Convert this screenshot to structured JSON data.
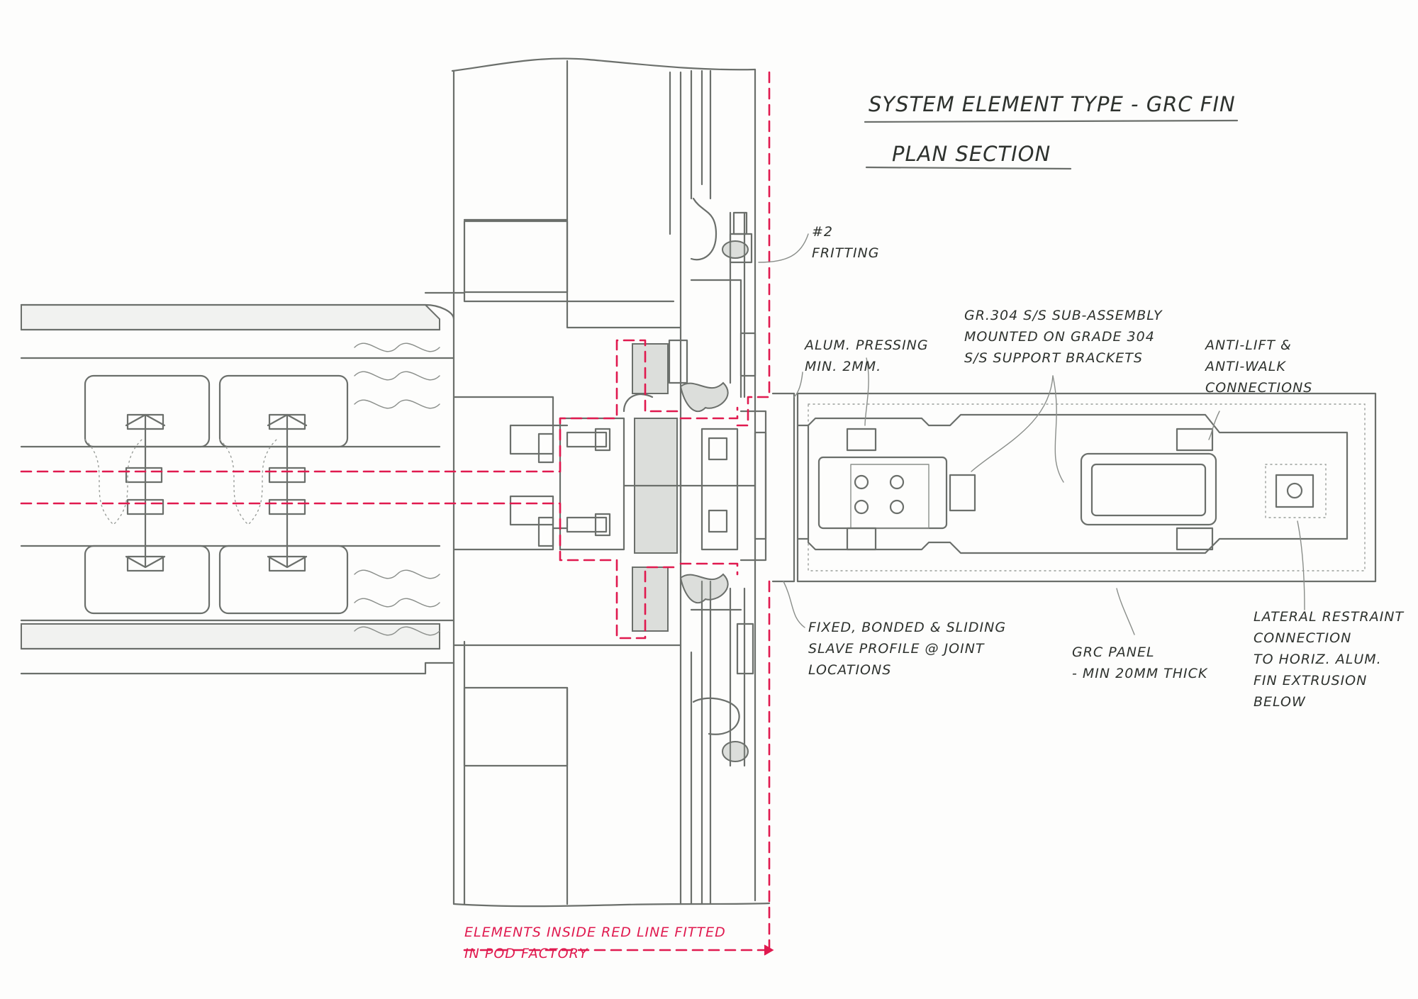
{
  "title": {
    "line1": "System Element Type - GRC Fin",
    "line2": "Plan Section"
  },
  "annotations": {
    "fritting": [
      "#2",
      "Fritting"
    ],
    "alum_pressing": [
      "Alum. Pressing",
      "min. 2mm."
    ],
    "sub_assembly": [
      "GR.304 S/S Sub-assembly",
      "Mounted on Grade 304",
      "S/S Support Brackets"
    ],
    "anti_lift": [
      "Anti-lift &",
      "Anti-walk",
      "Connections"
    ],
    "fixed_bonded": [
      "Fixed, Bonded & Sliding",
      "Slave Profile @ Joint",
      "Locations"
    ],
    "grc_panel": [
      "GRC Panel",
      "- min 20mm Thick"
    ],
    "lateral_restraint": [
      "Lateral Restraint",
      "Connection",
      "to Horiz. Alum.",
      "Fin Extrusion",
      "Below"
    ],
    "red_line_note": [
      "Elements inside red line fitted",
      "in pod factory"
    ]
  },
  "colors": {
    "ink": "#6b6f6b",
    "red_line": "#e01a4f",
    "paper": "#fdfdfc"
  }
}
